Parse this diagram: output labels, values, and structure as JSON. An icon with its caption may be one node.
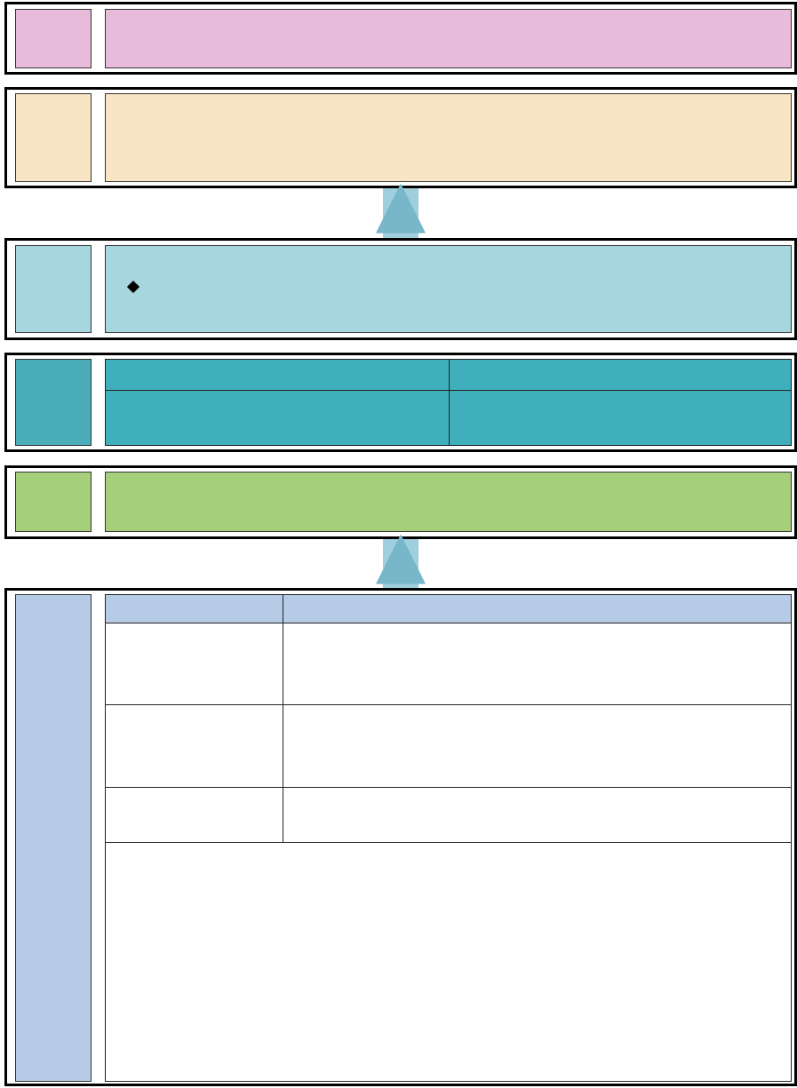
{
  "diagram": {
    "nodes": [
      {
        "text": [],
        "shape": "box"
      },
      {
        "text": [],
        "shape": "box",
        "in": 0
      },
      {
        "text": [],
        "shape": "box",
        "in": 0
      },
      {
        "text": [],
        "shape": "box"
      },
      {
        "text": [],
        "shape": "box",
        "in": 3
      },
      {
        "text": [],
        "shape": "box",
        "in": 3
      },
      {
        "text": [],
        "shape": "box"
      },
      {
        "text": [],
        "shape": "box",
        "in": 6
      },
      {
        "text": [],
        "shape": "box",
        "in": 6
      },
      {
        "text": [],
        "shape": "box"
      },
      {
        "text": [],
        "shape": "box",
        "in": 9
      },
      {
        "text": [],
        "shape": "box",
        "in": 9
      },
      {
        "text": [],
        "shape": "box",
        "in": 9
      },
      {
        "text": [],
        "shape": "box",
        "in": 9
      },
      {
        "text": [],
        "shape": "box",
        "in": 9
      },
      {
        "text": [],
        "shape": "box"
      },
      {
        "text": [],
        "shape": "box",
        "in": 15
      },
      {
        "text": [],
        "shape": "box",
        "in": 15
      },
      {
        "text": [],
        "shape": "box"
      },
      {
        "text": [],
        "shape": "box",
        "in": 18
      },
      {
        "text": [],
        "shape": "box",
        "in": 18
      },
      {
        "text": [],
        "shape": "box",
        "in": 18
      },
      {
        "text": [],
        "shape": "box",
        "in": 18
      },
      {
        "text": [],
        "shape": "box",
        "in": 18
      },
      {
        "text": [],
        "shape": "box",
        "in": 18
      },
      {
        "text": [],
        "shape": "box",
        "in": 18
      },
      {
        "text": [],
        "shape": "box",
        "in": 18
      },
      {
        "text": [],
        "shape": "box",
        "in": 18
      },
      {
        "text": [],
        "shape": "box",
        "in": 18
      }
    ],
    "edges": [
      {
        "from": 6,
        "to": 3,
        "arrow": "to"
      },
      {
        "from": 18,
        "to": 15,
        "arrow": "to"
      }
    ]
  }
}
